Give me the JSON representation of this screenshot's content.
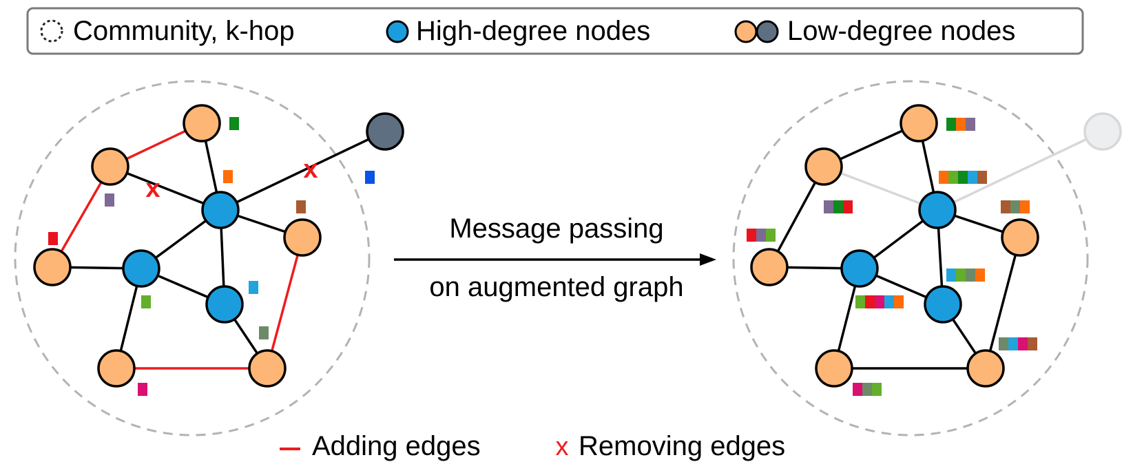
{
  "legend_top": {
    "community_label": "Community, k-hop",
    "high_degree_label": "High-degree nodes",
    "low_degree_label": "Low-degree nodes"
  },
  "legend_bottom": {
    "adding_edges_label": "Adding edges",
    "removing_edges_symbol": "x",
    "removing_edges_label": "Removing edges"
  },
  "arrow": {
    "label_line1": "Message passing",
    "label_line2": "on augmented graph"
  },
  "colors": {
    "high_degree": "#1b9ddd",
    "low_degree_orange": "#fdb675",
    "low_degree_gray": "#5f6f82",
    "faded_node": "#eceef0",
    "added_edge": "#ee1c1c",
    "removed_mark": "#ee1c1c",
    "edge": "#000000",
    "faded_edge": "#d8d8d8",
    "community_circle": "#b3b3b3",
    "legend_border": "#7a7a7a"
  },
  "feature_palette": {
    "red": "#e8141e",
    "purple": "#7e6a94",
    "green": "#0f8a1c",
    "orange": "#ff6d0b",
    "brown": "#a85a31",
    "blue": "#0b52e6",
    "lightblue": "#22a3dc",
    "lightgreen": "#63af2a",
    "sage": "#6d8a68",
    "magenta": "#db1073"
  }
}
